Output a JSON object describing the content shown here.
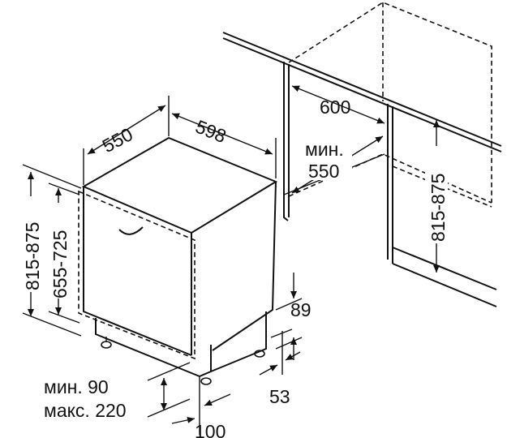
{
  "diagram": {
    "dimensions": {
      "depth": "550",
      "width": "598",
      "niche_depth": "600",
      "niche_min_line1": "мин.",
      "niche_min_line2": "550",
      "height_range": "815-875",
      "door_height_range": "655-725",
      "niche_height_range": "815-875",
      "plinth_height": "89",
      "foot_offset": "53",
      "plinth_min": "мин. 90",
      "plinth_max": "макс. 220",
      "plinth_depth": "100"
    }
  }
}
